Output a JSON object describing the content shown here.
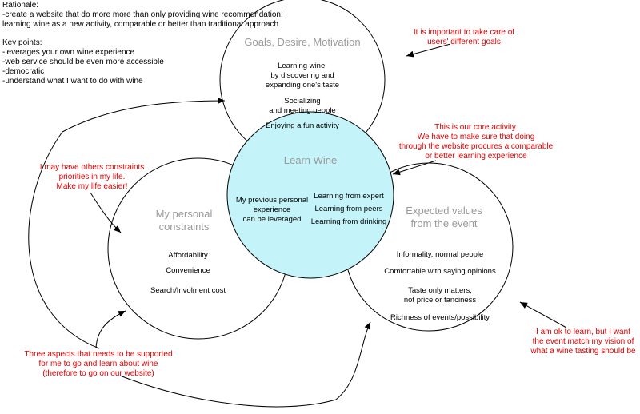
{
  "rationale": {
    "heading": "Rationale:",
    "lines": [
      "-create a website that do more more than only providing wine recommendation:",
      "learning wine as a new activity, comparable or better than traditional approach"
    ],
    "keypoints_heading": "Key points:",
    "keypoints": [
      "-leverages your own wine experience",
      "-web service should be even more accessible",
      "-democratic",
      "-understand what I want to do with wine"
    ]
  },
  "goals": {
    "title": "Goals, Desire, Motivation",
    "items": [
      "Learning wine,",
      "by discovering and",
      "expanding one's taste",
      "Socializing",
      "and meeting people",
      "Enjoying a fun activity"
    ]
  },
  "center": {
    "title": "Learn Wine",
    "left": [
      "My previous personal",
      "experience",
      "can be leveraged"
    ],
    "right": [
      "Learning from expert",
      "Learning from peers",
      "Learning from drinking"
    ]
  },
  "constraints": {
    "title_lines": [
      "My personal",
      "constraints"
    ],
    "items": [
      "Affordability",
      "Convenience",
      "Search/Involment cost"
    ]
  },
  "expected": {
    "title_lines": [
      "Expected values",
      "from the event"
    ],
    "items": [
      "Informality, normal people",
      "Comfortable with saying opinions",
      "Taste only matters,",
      "not price or fanciness",
      "Richness of events/possibility"
    ]
  },
  "notes": {
    "goals_note": [
      "It is important to take care of",
      "users' different goals"
    ],
    "core_note": [
      "This is our core activity.",
      "We have to make sure that doing",
      "through the website procures a comparable",
      "or better learning experience"
    ],
    "constraints_note": [
      "I may have others constraints",
      "priorities in my life.",
      "Make my life easier!"
    ],
    "expected_note": [
      "I am ok to learn, but I want",
      "the event match my vision of",
      "what a wine tasting should be"
    ],
    "bottom_note": [
      "Three aspects that needs to be supported",
      "for me to go and learn about wine",
      "(therefore to go on our website)"
    ]
  },
  "colors": {
    "center_fill": "#c4f4fa",
    "note_red": "#e00000",
    "title_gray": "#9a9a9a"
  }
}
